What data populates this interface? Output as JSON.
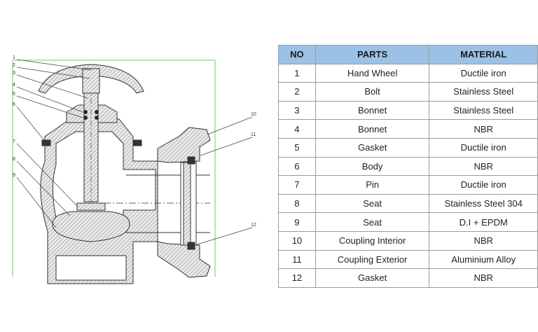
{
  "table": {
    "headers": [
      "NO",
      "PARTS",
      "MATERIAL"
    ],
    "rows": [
      {
        "no": "1",
        "part": "Hand Wheel",
        "material": "Ductile iron"
      },
      {
        "no": "2",
        "part": "Bolt",
        "material": "Stainless Steel"
      },
      {
        "no": "3",
        "part": "Bonnet",
        "material": "Stainless Steel"
      },
      {
        "no": "4",
        "part": "Bonnet",
        "material": "NBR"
      },
      {
        "no": "5",
        "part": "Gasket",
        "material": "Ductile iron"
      },
      {
        "no": "6",
        "part": "Body",
        "material": "NBR"
      },
      {
        "no": "7",
        "part": "Pin",
        "material": "Ductile iron"
      },
      {
        "no": "8",
        "part": "Seat",
        "material": "Stainless Steel 304"
      },
      {
        "no": "9",
        "part": "Seat",
        "material": "D.I + EPDM"
      },
      {
        "no": "10",
        "part": "Coupling Interior",
        "material": "NBR"
      },
      {
        "no": "11",
        "part": "Coupling Exterior",
        "material": "Aluminium Alloy"
      },
      {
        "no": "12",
        "part": "Gasket",
        "material": "NBR"
      }
    ]
  },
  "drawing": {
    "callouts": [
      "1",
      "2",
      "3",
      "4",
      "5",
      "6",
      "7",
      "8",
      "9",
      "10",
      "11",
      "12"
    ]
  },
  "colors": {
    "header_bg": "#9bc2e6",
    "border": "#9a9a9a",
    "hatch": "#555555",
    "guide": "#5fd35f"
  }
}
